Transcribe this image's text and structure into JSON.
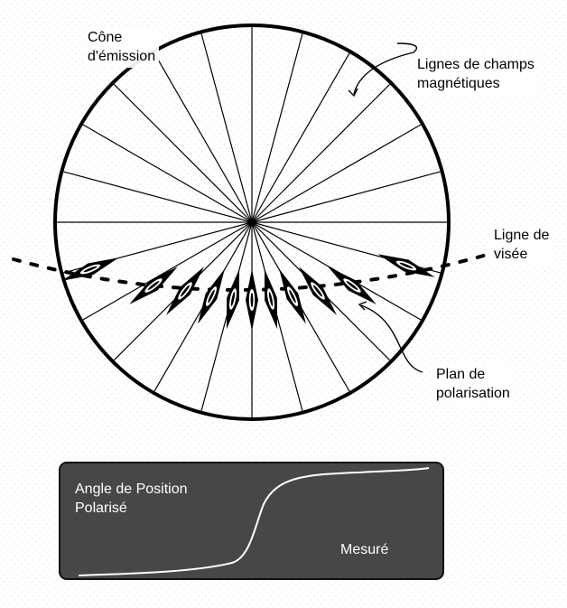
{
  "labels": {
    "emission_cone": "Cône\nd'émission",
    "magnetic_field_lines": "Lignes de champs\nmagnétiques",
    "line_of_sight": "Ligne de\nvisée",
    "polarization_plane": "Plan de\npolarisation"
  },
  "panel": {
    "title": "Angle de Position\nPolarisé",
    "measured": "Mesuré"
  },
  "colors": {
    "lines": "#000000",
    "panel_background": "#474747",
    "curve": "#ffffff"
  },
  "icons": [
    "polarization-vector-icon",
    "curved-arrow-icon",
    "dotted-sightline-icon"
  ]
}
